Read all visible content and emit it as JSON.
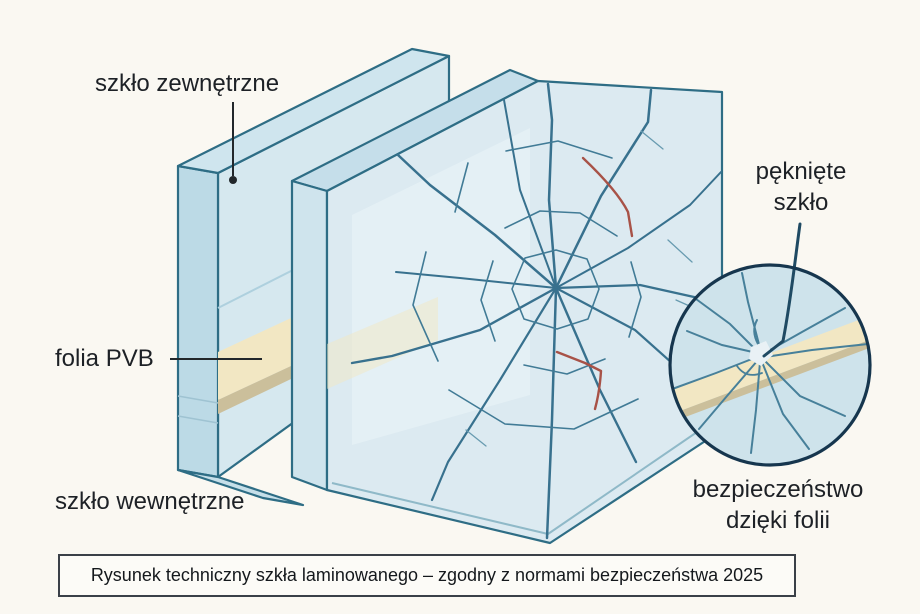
{
  "labels": {
    "outer_glass": "szkło zewnętrzne",
    "pvb_foil": "folia PVB",
    "inner_glass": "szkło wewnętrzne",
    "cracked_line1": "pęknięte",
    "cracked_line2": "szkło",
    "safety_line1": "bezpieczeństwo",
    "safety_line2": "dzięki folii"
  },
  "caption": {
    "text": "Rysunek techniczny szkła laminowanego – zgodny z normami bezpieczeństwa 2025"
  },
  "colors": {
    "background": "#faf8f2",
    "glass_edge": "#2e6d85",
    "glass_fill": "#dceaf1",
    "crack": "#38718e",
    "crack_red": "#a85247",
    "pvb_cream": "#f2e7c3",
    "pvb_tan": "#cbbf9b",
    "circle_border": "#16364e",
    "leader_dark": "#22272b",
    "leader_navy": "#1f4a63"
  }
}
